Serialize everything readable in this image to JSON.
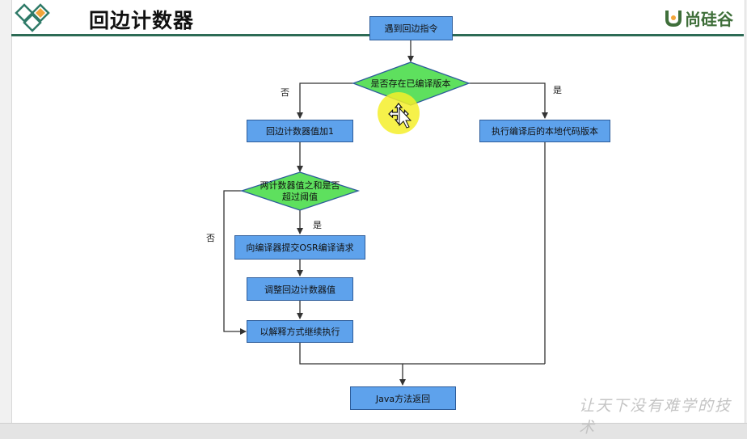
{
  "slide": {
    "title": "回边计数器",
    "brand": "尚硅谷",
    "watermark": "让天下没有难学的技术"
  },
  "flowchart": {
    "start": "遇到回边指令",
    "decision_compiled": "是否存在已编译版本",
    "no_label_1": "否",
    "yes_label_1": "是",
    "increment": "回边计数器值加1",
    "execute_native": "执行编译后的本地代码版本",
    "decision_threshold_line1": "两计数器值之和是否",
    "decision_threshold_line2": "超过阈值",
    "yes_label_2": "是",
    "no_label_2": "否",
    "submit_osr": "向编译器提交OSR编译请求",
    "adjust_counter": "调整回边计数器值",
    "interpret": "以解释方式继续执行",
    "return": "Java方法返回"
  },
  "colors": {
    "process_fill": "#5ea2ec",
    "decision_fill": "#5ee05e",
    "cursor_highlight": "#f4ee2a",
    "header_line": "#2d6b55"
  }
}
